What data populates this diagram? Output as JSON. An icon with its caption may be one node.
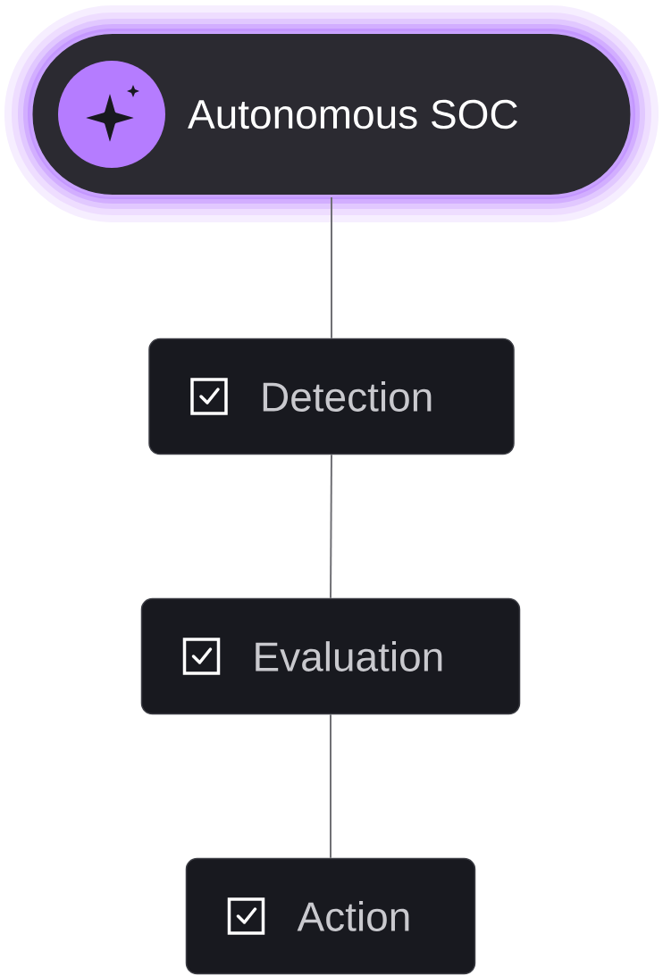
{
  "diagram": {
    "nodes": [
      {
        "text": [
          "Autonomous SOC"
        ]
      },
      {
        "text": [
          "Detection"
        ]
      },
      {
        "text": [
          "Evaluation"
        ]
      },
      {
        "text": [
          "Action"
        ]
      }
    ],
    "edges": [
      {
        "from": 0,
        "to": 1,
        "arrow": "none"
      },
      {
        "from": 1,
        "to": 2,
        "arrow": "none"
      },
      {
        "from": 2,
        "to": 3,
        "arrow": "none"
      }
    ]
  }
}
